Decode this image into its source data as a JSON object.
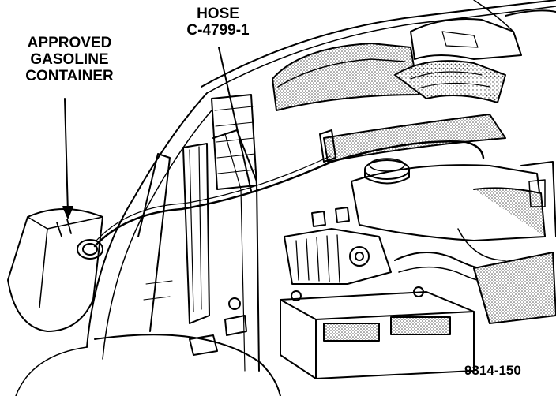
{
  "labels": {
    "container": [
      "APPROVED",
      "GASOLINE",
      "CONTAINER"
    ],
    "hose": [
      "HOSE",
      "C-4799-1"
    ],
    "figure_number": "9314-150"
  },
  "colors": {
    "ink": "#000000",
    "paper": "#ffffff",
    "stipple": "#8a8a8a"
  }
}
